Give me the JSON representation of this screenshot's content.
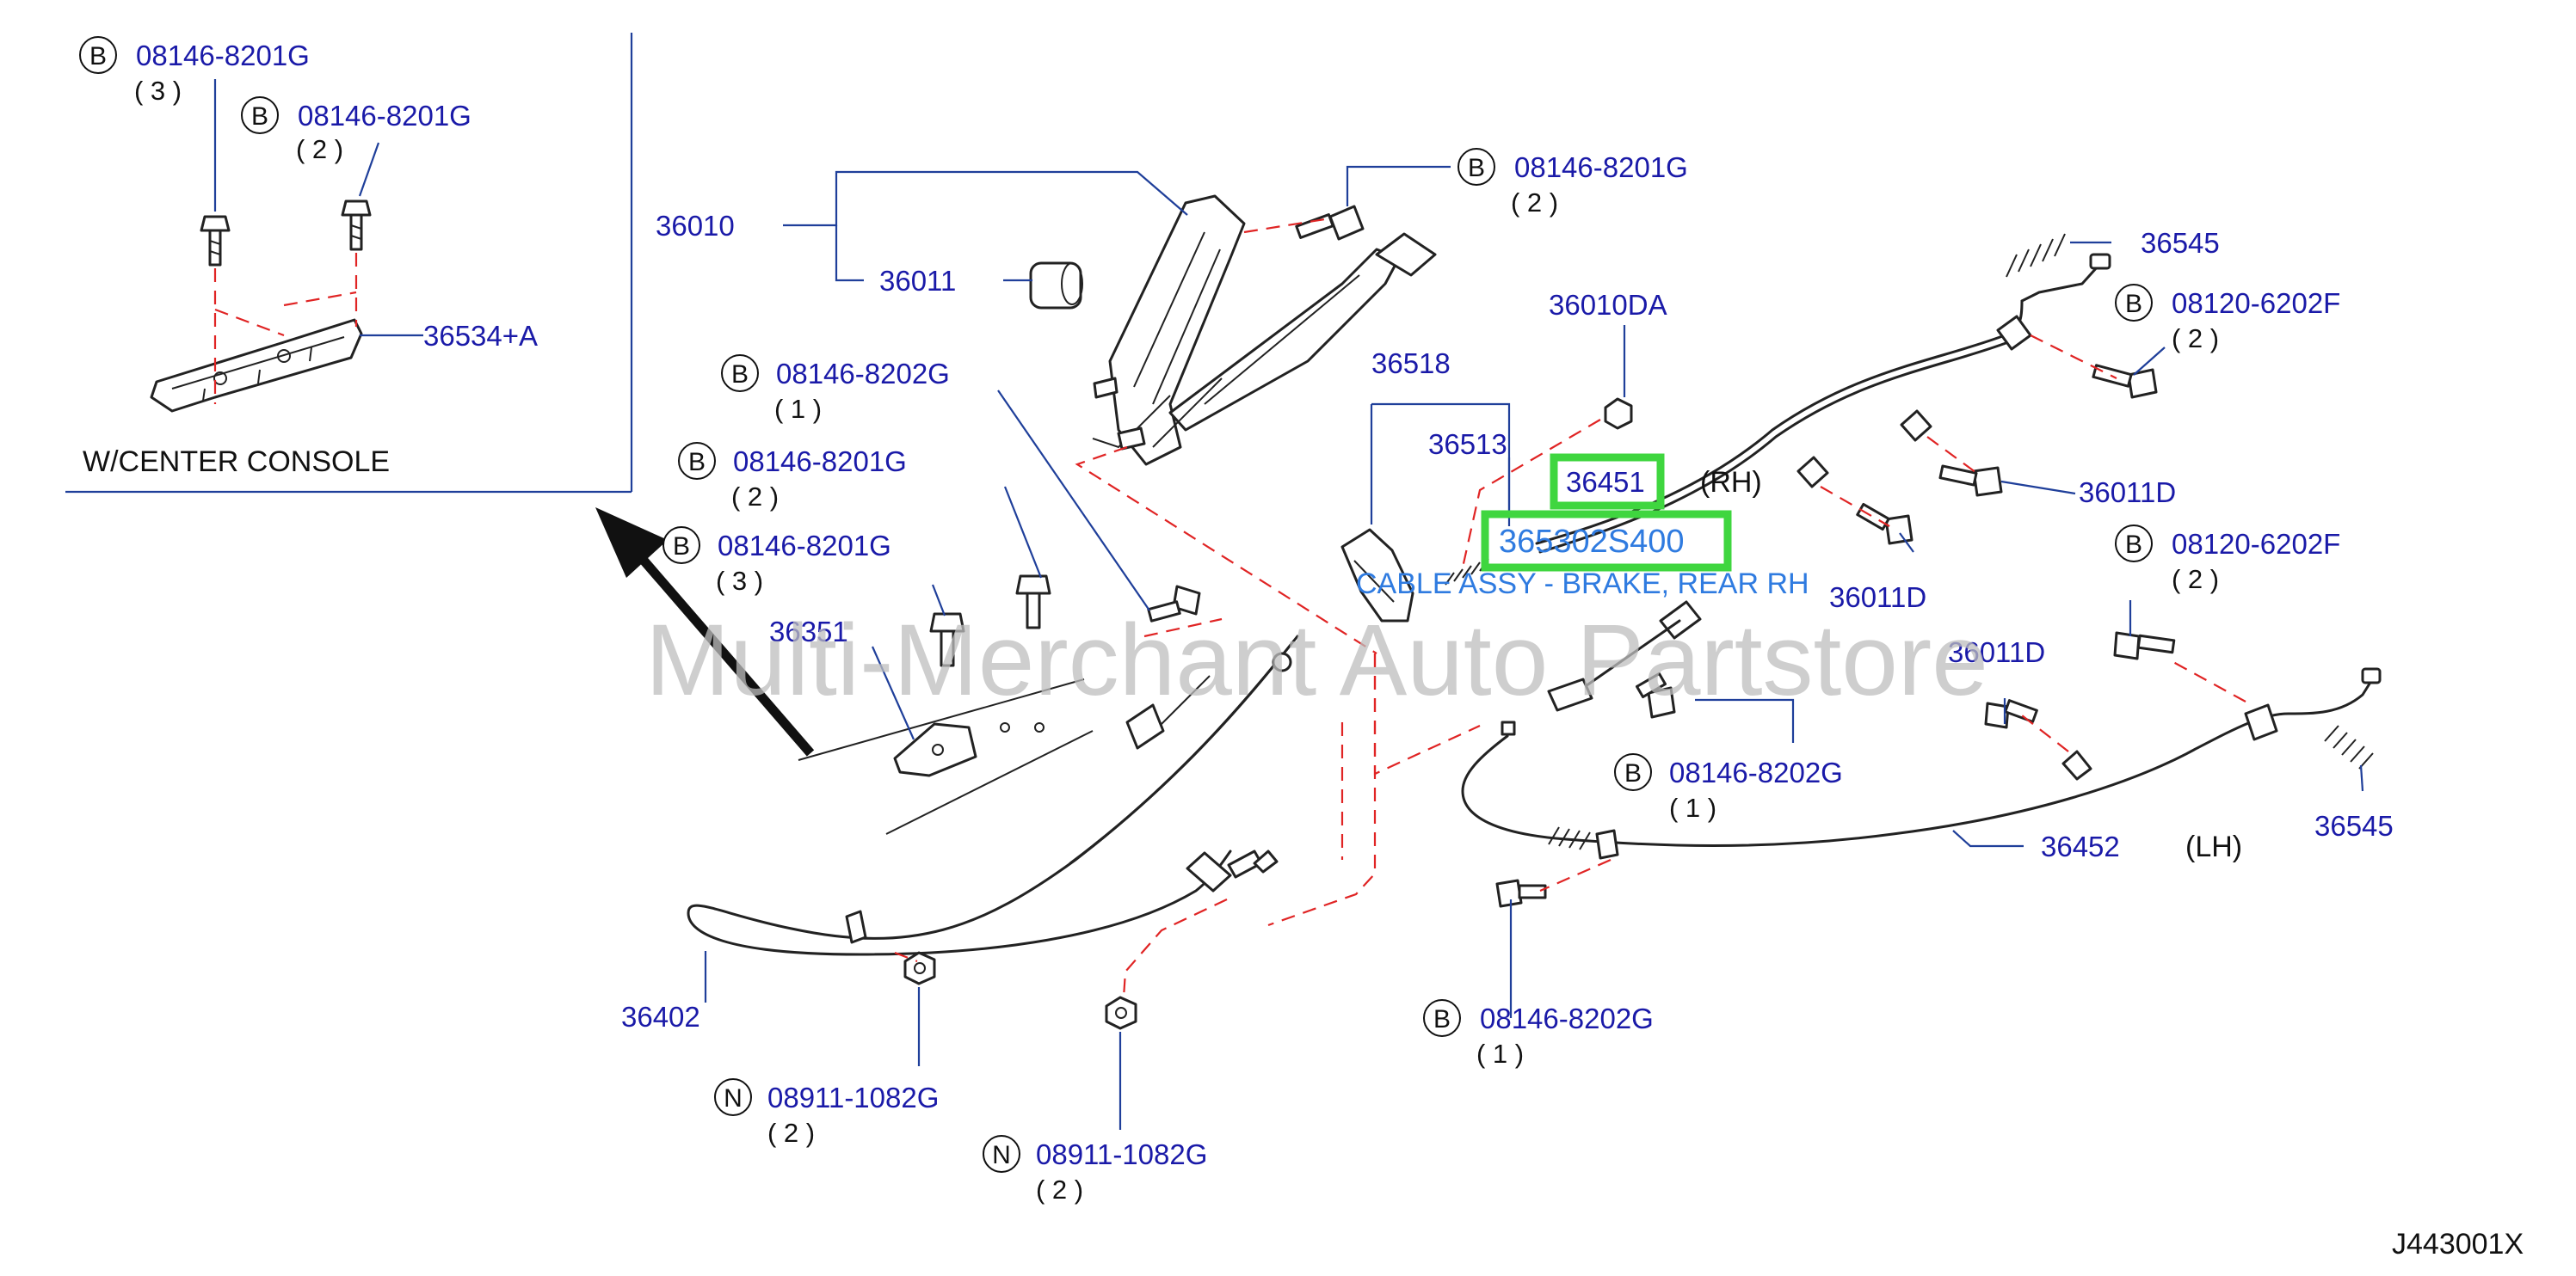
{
  "watermark": "Multi-Merchant Auto Partstore",
  "diagram_code": "J443001X",
  "inset_caption": "W/CENTER  CONSOLE",
  "highlight": {
    "part_a": "36451",
    "part_b": "365302S400",
    "description": "CABLE ASSY - BRAKE, REAR RH",
    "color": "#3fd63f"
  },
  "colors": {
    "part_number": "#1a1aa8",
    "leader": "#1f3f9a",
    "dashed": "#e02424",
    "description": "#2f7be0"
  },
  "callouts": {
    "c1": {
      "letter": "B",
      "part": "08146-8201G",
      "qty": "( 3 )"
    },
    "c2": {
      "letter": "B",
      "part": "08146-8201G",
      "qty": "( 2 )"
    },
    "c3": {
      "part": "36534+A"
    },
    "c4": {
      "part": "36010"
    },
    "c5": {
      "part": "36011"
    },
    "c6": {
      "letter": "B",
      "part": "08146-8201G",
      "qty": "( 2 )"
    },
    "c7": {
      "part": "36545"
    },
    "c8": {
      "part": "36010DA"
    },
    "c9": {
      "letter": "B",
      "part": "08120-6202F",
      "qty": "( 2 )"
    },
    "c10": {
      "part": "36518"
    },
    "c11": {
      "part": "36513"
    },
    "c12": {
      "letter": "B",
      "part": "08146-8202G",
      "qty": "( 1 )"
    },
    "c13": {
      "letter": "B",
      "part": "08146-8201G",
      "qty": "( 2 )"
    },
    "c14": {
      "letter": "B",
      "part": "08146-8201G",
      "qty": "( 3 )"
    },
    "c15": {
      "part": "36011D"
    },
    "c16": {
      "part": "36011D"
    },
    "c17": {
      "letter": "B",
      "part": "08120-6202F",
      "qty": "( 2 )"
    },
    "c18": {
      "part": "36351"
    },
    "c19": {
      "part": "36011D"
    },
    "c20": {
      "letter": "B",
      "part": "08146-8202G",
      "qty": "( 1 )"
    },
    "c21": {
      "part": "36452"
    },
    "c22": {
      "part": "36545"
    },
    "c23": {
      "part": "36402"
    },
    "c24": {
      "letter": "B",
      "part": "08146-8202G",
      "qty": "( 1 )"
    },
    "c25": {
      "letter": "N",
      "part": "08911-1082G",
      "qty": "( 2 )"
    },
    "c26": {
      "letter": "N",
      "part": "08911-1082G",
      "qty": "( 2 )"
    }
  },
  "side_labels": {
    "rh": "(RH)",
    "lh": "(LH)"
  }
}
